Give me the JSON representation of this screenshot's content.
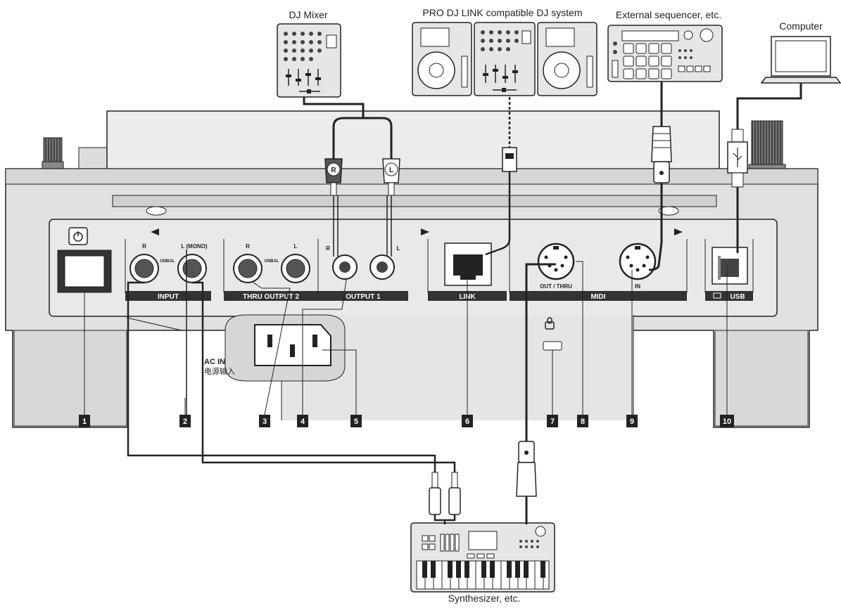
{
  "devices": {
    "dj_mixer": "DJ Mixer",
    "pro_dj_link": "PRO DJ LINK compatible DJ system",
    "sequencer": "External sequencer, etc.",
    "computer": "Computer",
    "synthesizer": "Synthesizer, etc."
  },
  "panel": {
    "input": "INPUT",
    "thru_output2": "THRU  OUTPUT 2",
    "output1": "OUTPUT 1",
    "link": "LINK",
    "midi": "MIDI",
    "usb": "USB",
    "r": "R",
    "l_mono": "L (MONO)",
    "l": "L",
    "unbal": "UNBAL",
    "out_thru": "OUT / THRU",
    "in": "IN",
    "ac_in": "AC IN",
    "ac_in_cn": "电源输入",
    "plug_r": "R",
    "plug_l": "L"
  },
  "callouts": [
    "1",
    "2",
    "3",
    "4",
    "5",
    "6",
    "7",
    "8",
    "9",
    "10"
  ]
}
